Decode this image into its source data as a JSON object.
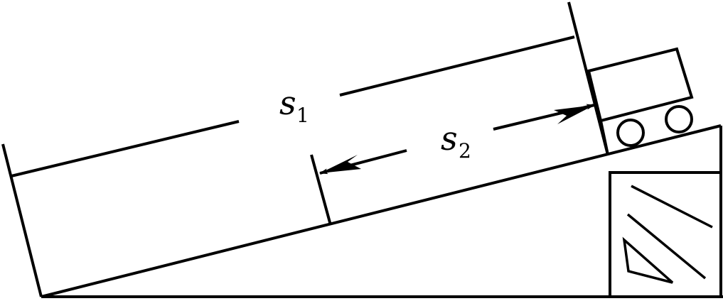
{
  "diagram": {
    "labels": {
      "s1_symbol": "s",
      "s1_subscript": "1",
      "s2_symbol": "s",
      "s2_subscript": "2"
    },
    "colors": {
      "stroke": "#000000",
      "background": "#ffffff"
    }
  }
}
